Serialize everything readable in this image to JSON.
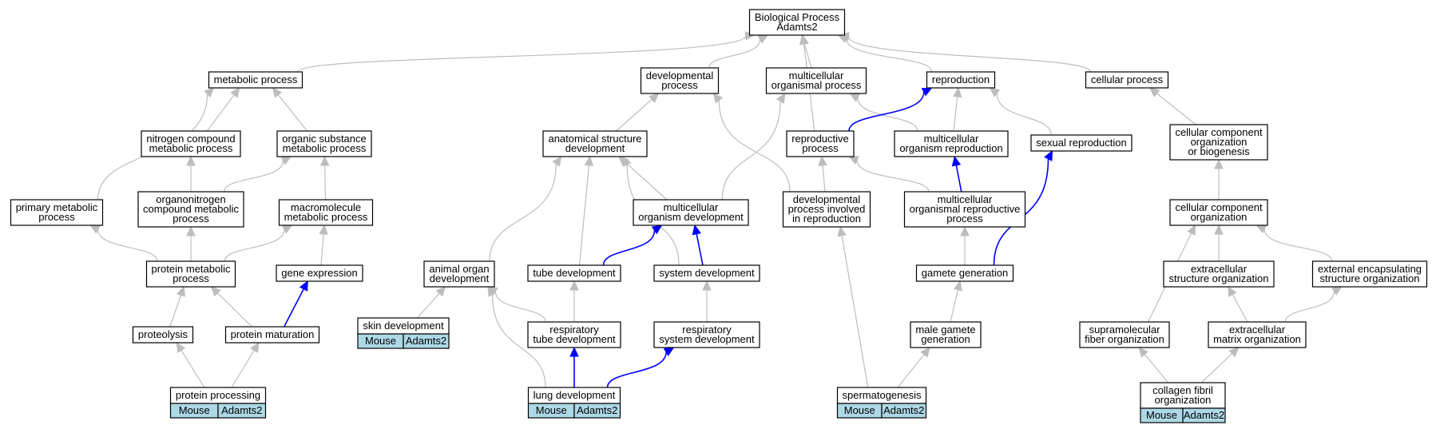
{
  "colors": {
    "edge_default": "#bdbdbd",
    "edge_highlight": "#0000ff",
    "node_border": "#000000",
    "node_fill": "#ffffff",
    "annotation_fill": "#add8e6"
  },
  "nodes": [
    {
      "id": "bp",
      "lines": [
        "Biological Process",
        "Adamts2"
      ]
    },
    {
      "id": "metabolic",
      "lines": [
        "metabolic process"
      ]
    },
    {
      "id": "developmental",
      "lines": [
        "developmental",
        "process"
      ]
    },
    {
      "id": "multicellular_proc",
      "lines": [
        "multicellular",
        "organismal process"
      ]
    },
    {
      "id": "reproduction",
      "lines": [
        "reproduction"
      ]
    },
    {
      "id": "cellular",
      "lines": [
        "cellular process"
      ]
    },
    {
      "id": "nitrogen",
      "lines": [
        "nitrogen compound",
        "metabolic process"
      ]
    },
    {
      "id": "organic",
      "lines": [
        "organic substance",
        "metabolic process"
      ]
    },
    {
      "id": "anat",
      "lines": [
        "anatomical structure",
        "development"
      ]
    },
    {
      "id": "repro_proc",
      "lines": [
        "reproductive",
        "process"
      ]
    },
    {
      "id": "multi_repro",
      "lines": [
        "multicellular",
        "organism reproduction"
      ]
    },
    {
      "id": "sexual",
      "lines": [
        "sexual reproduction"
      ]
    },
    {
      "id": "ccob",
      "lines": [
        "cellular component",
        "organization",
        "or biogenesis"
      ]
    },
    {
      "id": "primary",
      "lines": [
        "primary metabolic",
        "process"
      ]
    },
    {
      "id": "organonitrogen",
      "lines": [
        "organonitrogen",
        "compound metabolic",
        "process"
      ]
    },
    {
      "id": "macromolecule",
      "lines": [
        "macromolecule",
        "metabolic process"
      ]
    },
    {
      "id": "multi_dev",
      "lines": [
        "multicellular",
        "organism development"
      ]
    },
    {
      "id": "dev_repro",
      "lines": [
        "developmental",
        "process involved",
        "in reproduction"
      ]
    },
    {
      "id": "multi_repro_proc",
      "lines": [
        "multicellular",
        "organismal reproductive",
        "process"
      ]
    },
    {
      "id": "cco",
      "lines": [
        "cellular component",
        "organization"
      ]
    },
    {
      "id": "protein_met",
      "lines": [
        "protein metabolic",
        "process"
      ]
    },
    {
      "id": "gene_expr",
      "lines": [
        "gene expression"
      ]
    },
    {
      "id": "animal_organ",
      "lines": [
        "animal organ",
        "development"
      ]
    },
    {
      "id": "tube_dev",
      "lines": [
        "tube development"
      ]
    },
    {
      "id": "system_dev",
      "lines": [
        "system development"
      ]
    },
    {
      "id": "gamete",
      "lines": [
        "gamete generation"
      ]
    },
    {
      "id": "extracellular_so",
      "lines": [
        "extracellular",
        "structure organization"
      ]
    },
    {
      "id": "ext_encap",
      "lines": [
        "external encapsulating",
        "structure organization"
      ]
    },
    {
      "id": "proteolysis",
      "lines": [
        "proteolysis"
      ]
    },
    {
      "id": "protein_mat",
      "lines": [
        "protein maturation"
      ]
    },
    {
      "id": "skin_dev",
      "lines": [
        "skin development"
      ],
      "annotation": [
        "Mouse",
        "Adamts2"
      ]
    },
    {
      "id": "resp_tube",
      "lines": [
        "respiratory",
        "tube development"
      ]
    },
    {
      "id": "resp_sys",
      "lines": [
        "respiratory",
        "system development"
      ]
    },
    {
      "id": "male_gamete",
      "lines": [
        "male gamete",
        "generation"
      ]
    },
    {
      "id": "supramolecular",
      "lines": [
        "supramolecular",
        "fiber organization"
      ]
    },
    {
      "id": "ecm_org",
      "lines": [
        "extracellular",
        "matrix organization"
      ]
    },
    {
      "id": "protein_proc",
      "lines": [
        "protein processing"
      ],
      "annotation": [
        "Mouse",
        "Adamts2"
      ]
    },
    {
      "id": "lung_dev",
      "lines": [
        "lung development"
      ],
      "annotation": [
        "Mouse",
        "Adamts2"
      ]
    },
    {
      "id": "spermatogenesis",
      "lines": [
        "spermatogenesis"
      ],
      "annotation": [
        "Mouse",
        "Adamts2"
      ]
    },
    {
      "id": "collagen",
      "lines": [
        "collagen fibril",
        "organization"
      ],
      "annotation": [
        "Mouse",
        "Adamts2"
      ]
    }
  ],
  "edges": [
    {
      "from": "metabolic",
      "to": "bp",
      "highlight": false
    },
    {
      "from": "developmental",
      "to": "bp",
      "highlight": false
    },
    {
      "from": "multicellular_proc",
      "to": "bp",
      "highlight": false
    },
    {
      "from": "reproduction",
      "to": "bp",
      "highlight": false
    },
    {
      "from": "cellular",
      "to": "bp",
      "highlight": false
    },
    {
      "from": "repro_proc",
      "to": "bp",
      "highlight": false
    },
    {
      "from": "nitrogen",
      "to": "metabolic",
      "highlight": false
    },
    {
      "from": "organic",
      "to": "metabolic",
      "highlight": false
    },
    {
      "from": "primary",
      "to": "metabolic",
      "highlight": false
    },
    {
      "from": "anat",
      "to": "developmental",
      "highlight": false
    },
    {
      "from": "dev_repro",
      "to": "developmental",
      "highlight": false
    },
    {
      "from": "multi_dev",
      "to": "multicellular_proc",
      "highlight": false
    },
    {
      "from": "multi_repro",
      "to": "multicellular_proc",
      "highlight": false
    },
    {
      "from": "repro_proc",
      "to": "reproduction",
      "highlight": true
    },
    {
      "from": "multi_repro",
      "to": "reproduction",
      "highlight": false
    },
    {
      "from": "sexual",
      "to": "reproduction",
      "highlight": false
    },
    {
      "from": "ccob",
      "to": "cellular",
      "highlight": false
    },
    {
      "from": "organonitrogen",
      "to": "nitrogen",
      "highlight": false
    },
    {
      "from": "organonitrogen",
      "to": "organic",
      "highlight": false
    },
    {
      "from": "macromolecule",
      "to": "organic",
      "highlight": false
    },
    {
      "from": "multi_repro_proc",
      "to": "multi_repro",
      "highlight": true
    },
    {
      "from": "multi_repro_proc",
      "to": "repro_proc",
      "highlight": false
    },
    {
      "from": "dev_repro",
      "to": "repro_proc",
      "highlight": false
    },
    {
      "from": "multi_dev",
      "to": "anat",
      "highlight": false
    },
    {
      "from": "animal_organ",
      "to": "anat",
      "highlight": false
    },
    {
      "from": "tube_dev",
      "to": "anat",
      "highlight": false
    },
    {
      "from": "system_dev",
      "to": "anat",
      "highlight": false
    },
    {
      "from": "cco",
      "to": "ccob",
      "highlight": false
    },
    {
      "from": "protein_met",
      "to": "primary",
      "highlight": false
    },
    {
      "from": "protein_met",
      "to": "organonitrogen",
      "highlight": false
    },
    {
      "from": "protein_met",
      "to": "macromolecule",
      "highlight": false
    },
    {
      "from": "gene_expr",
      "to": "macromolecule",
      "highlight": false
    },
    {
      "from": "tube_dev",
      "to": "multi_dev",
      "highlight": true
    },
    {
      "from": "system_dev",
      "to": "multi_dev",
      "highlight": true
    },
    {
      "from": "gamete",
      "to": "multi_repro_proc",
      "highlight": false
    },
    {
      "from": "gamete",
      "to": "sexual",
      "highlight": true
    },
    {
      "from": "extracellular_so",
      "to": "cco",
      "highlight": false
    },
    {
      "from": "ext_encap",
      "to": "cco",
      "highlight": false
    },
    {
      "from": "supramolecular",
      "to": "cco",
      "highlight": false
    },
    {
      "from": "proteolysis",
      "to": "protein_met",
      "highlight": false
    },
    {
      "from": "protein_mat",
      "to": "protein_met",
      "highlight": false
    },
    {
      "from": "protein_mat",
      "to": "gene_expr",
      "highlight": true
    },
    {
      "from": "skin_dev",
      "to": "animal_organ",
      "highlight": false
    },
    {
      "from": "resp_tube",
      "to": "animal_organ",
      "highlight": false
    },
    {
      "from": "resp_tube",
      "to": "tube_dev",
      "highlight": false
    },
    {
      "from": "resp_sys",
      "to": "system_dev",
      "highlight": false
    },
    {
      "from": "male_gamete",
      "to": "gamete",
      "highlight": false
    },
    {
      "from": "ecm_org",
      "to": "extracellular_so",
      "highlight": false
    },
    {
      "from": "ecm_org",
      "to": "ext_encap",
      "highlight": false
    },
    {
      "from": "protein_proc",
      "to": "proteolysis",
      "highlight": false
    },
    {
      "from": "protein_proc",
      "to": "protein_mat",
      "highlight": false
    },
    {
      "from": "lung_dev",
      "to": "animal_organ",
      "highlight": false
    },
    {
      "from": "lung_dev",
      "to": "resp_tube",
      "highlight": true
    },
    {
      "from": "lung_dev",
      "to": "resp_sys",
      "highlight": true
    },
    {
      "from": "spermatogenesis",
      "to": "male_gamete",
      "highlight": false
    },
    {
      "from": "spermatogenesis",
      "to": "dev_repro",
      "highlight": false
    },
    {
      "from": "collagen",
      "to": "supramolecular",
      "highlight": false
    },
    {
      "from": "collagen",
      "to": "ecm_org",
      "highlight": false
    }
  ]
}
